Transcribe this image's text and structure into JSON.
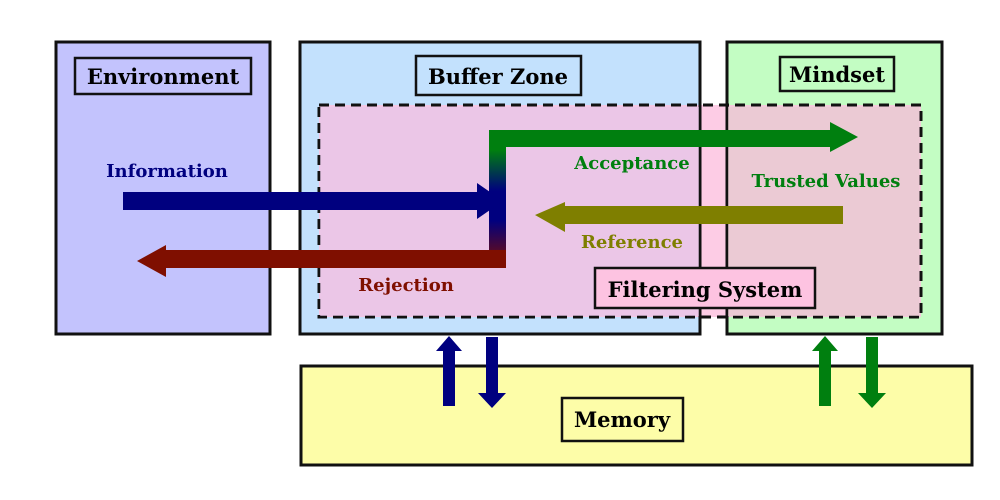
{
  "diagram": {
    "regions": {
      "environment": {
        "label": "Environment",
        "fill": "#c3c3fd"
      },
      "buffer_zone": {
        "label": "Buffer Zone",
        "fill": "#c3e1fd"
      },
      "mindset": {
        "label": "Mindset",
        "fill": "#c3fdc3"
      },
      "filtering_system": {
        "label": "Filtering System",
        "fill": "#fdc3e1"
      },
      "memory": {
        "label": "Memory",
        "fill": "#fdfda8"
      }
    },
    "flows": {
      "information": {
        "label": "Information",
        "color": "#00007f"
      },
      "acceptance": {
        "label": "Acceptance",
        "color": "#007f0f"
      },
      "rejection": {
        "label": "Rejection",
        "color": "#7f0f00"
      },
      "reference": {
        "label": "Reference",
        "color": "#7f7f00"
      },
      "trusted_values": {
        "label": "Trusted Values",
        "color": "#007f0f"
      }
    }
  }
}
